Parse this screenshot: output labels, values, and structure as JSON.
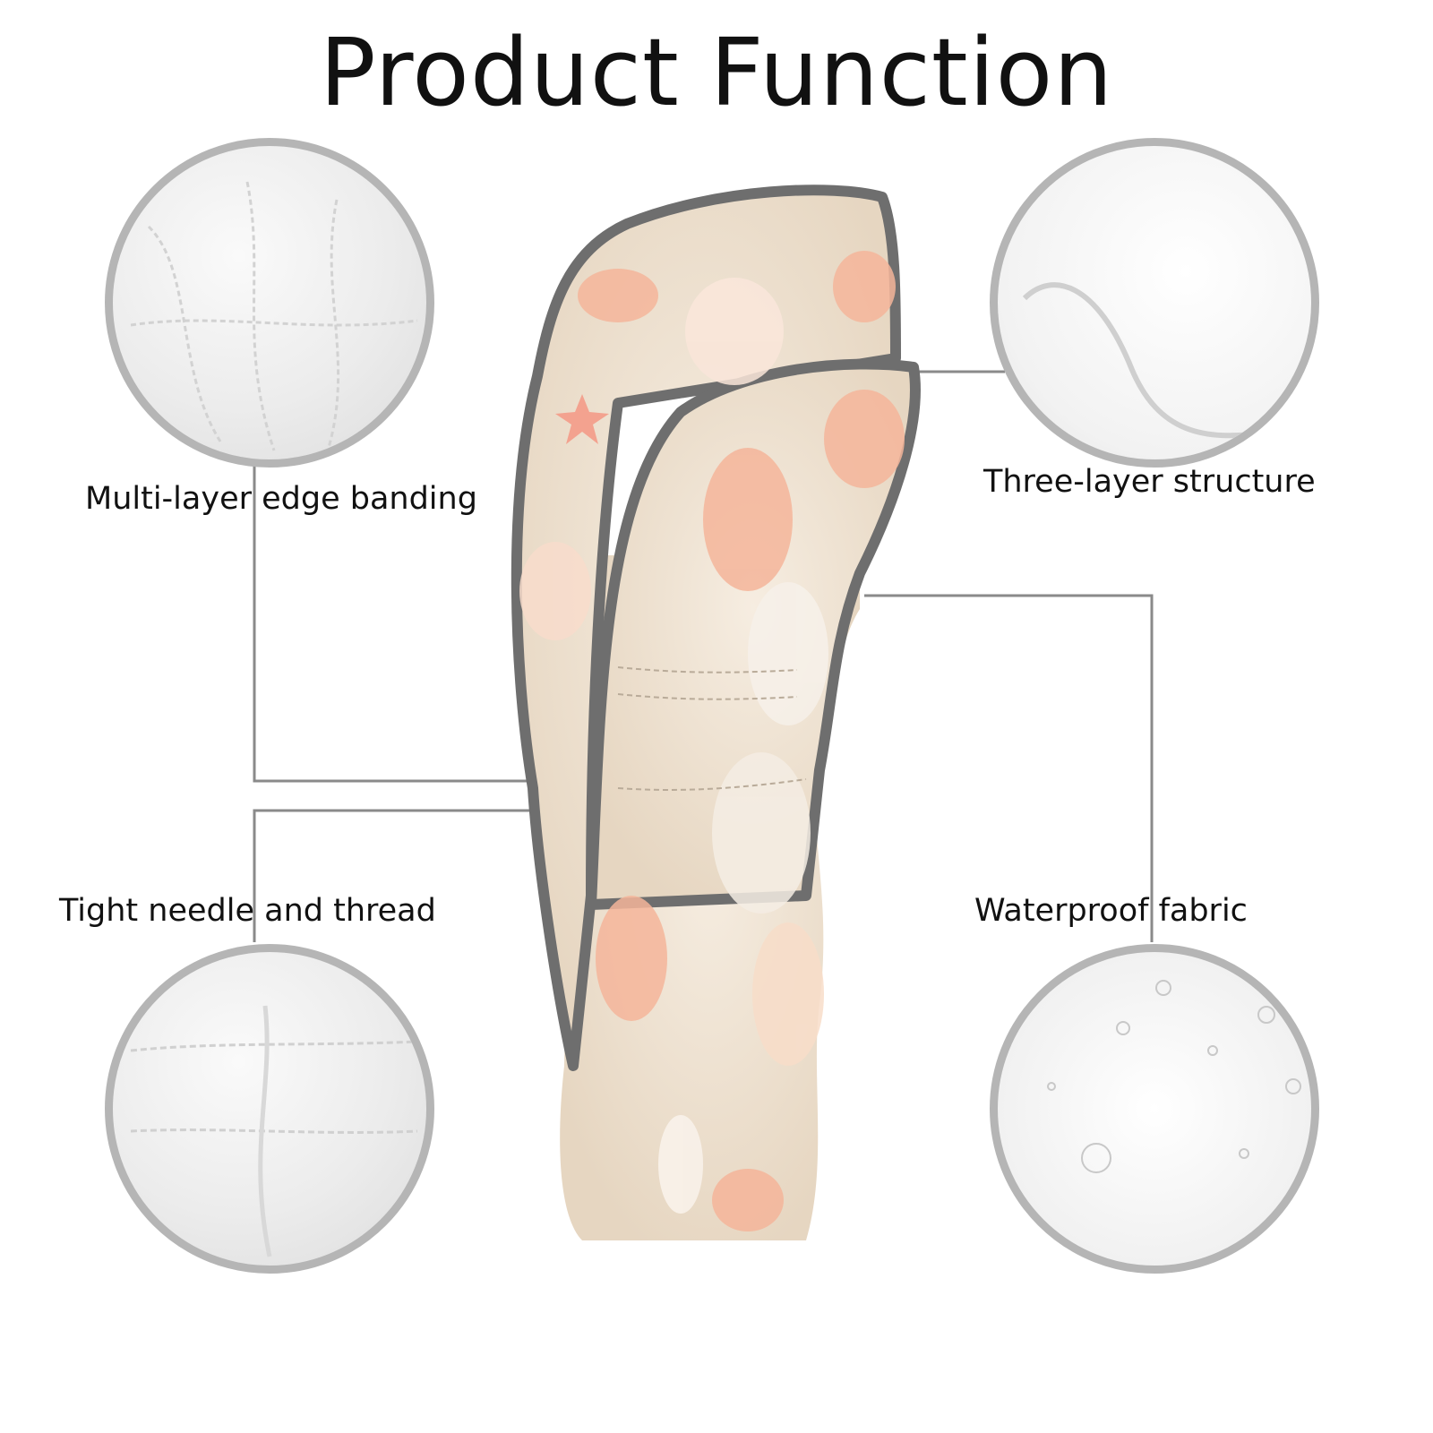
{
  "title": "Product Function",
  "features": [
    {
      "label": "Multi-layer edge banding",
      "icon": "edge-banding-closeup"
    },
    {
      "label": "Three-layer structure",
      "icon": "layer-structure-closeup"
    },
    {
      "label": "Tight needle and thread",
      "icon": "stitching-closeup"
    },
    {
      "label": "Waterproof fabric",
      "icon": "water-droplets-closeup"
    }
  ],
  "colors": {
    "trim": "#6e6e6e",
    "fabric": "#efe3d2",
    "shell_accent": "#f19a7a",
    "circle_border": "#b5b5b5"
  }
}
